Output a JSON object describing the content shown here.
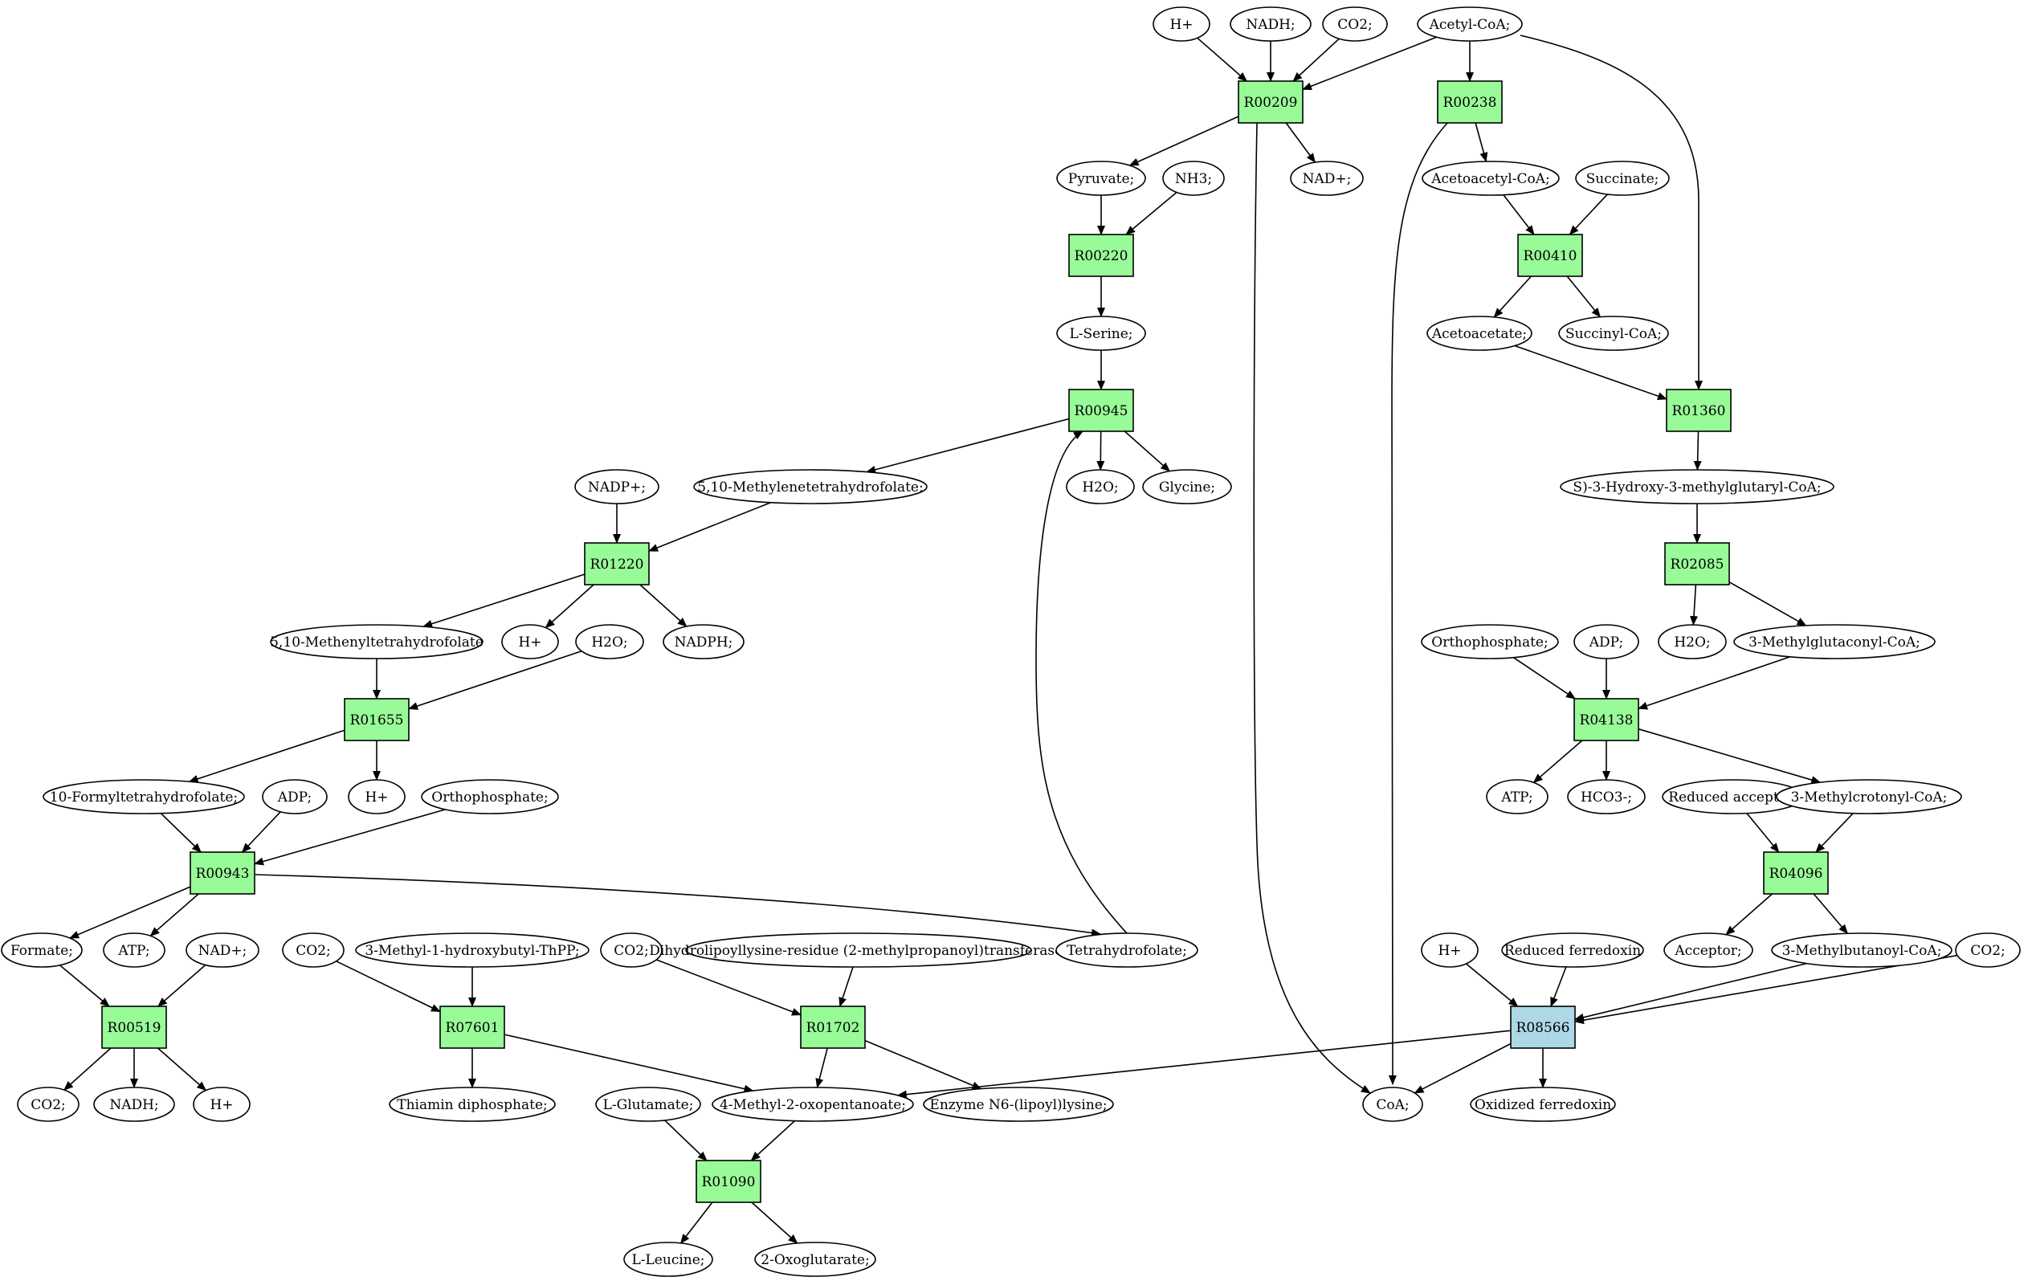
{
  "colors": {
    "reaction": "#98fb98",
    "reaction_highlight": "#add8e6",
    "source": "#00ee00",
    "target": "#ffff00",
    "metabolite": "#ffffff",
    "stroke": "#000000"
  },
  "nodes": {
    "m_hplus_1": {
      "label": "H+",
      "kind": "metabolite"
    },
    "m_nadh_1": {
      "label": "NADH;",
      "kind": "metabolite"
    },
    "m_co2_1": {
      "label": "CO2;",
      "kind": "metabolite"
    },
    "m_acetylcoa": {
      "label": "Acetyl-CoA;",
      "kind": "source"
    },
    "r_R00209": {
      "label": "R00209",
      "kind": "reaction"
    },
    "r_R00238": {
      "label": "R00238",
      "kind": "reaction"
    },
    "m_pyruvate": {
      "label": "Pyruvate;",
      "kind": "source"
    },
    "m_nh3": {
      "label": "NH3;",
      "kind": "metabolite"
    },
    "m_nadplus_1": {
      "label": "NAD+;",
      "kind": "metabolite"
    },
    "m_acetoacetylcoa": {
      "label": "Acetoacetyl-CoA;",
      "kind": "metabolite"
    },
    "m_succinate": {
      "label": "Succinate;",
      "kind": "metabolite"
    },
    "r_R00220": {
      "label": "R00220",
      "kind": "reaction"
    },
    "r_R00410": {
      "label": "R00410",
      "kind": "reaction"
    },
    "m_lserine": {
      "label": "L-Serine;",
      "kind": "metabolite"
    },
    "m_acetoacetate": {
      "label": "Acetoacetate;",
      "kind": "metabolite"
    },
    "m_succinylcoa": {
      "label": "Succinyl-CoA;",
      "kind": "metabolite"
    },
    "r_R00945": {
      "label": "R00945",
      "kind": "reaction"
    },
    "r_R01360": {
      "label": "R01360",
      "kind": "reaction"
    },
    "m_nadpplus": {
      "label": "NADP+;",
      "kind": "metabolite"
    },
    "m_methylenethf": {
      "label": "5,10-Methylenetetrahydrofolate;",
      "kind": "metabolite"
    },
    "m_h2o_1": {
      "label": "H2O;",
      "kind": "metabolite"
    },
    "m_glycine": {
      "label": "Glycine;",
      "kind": "metabolite"
    },
    "m_hmgcoa": {
      "label": "S)-3-Hydroxy-3-methylglutaryl-CoA;",
      "kind": "metabolite"
    },
    "r_R01220": {
      "label": "R01220",
      "kind": "reaction"
    },
    "r_R02085": {
      "label": "R02085",
      "kind": "reaction"
    },
    "m_methenylthf": {
      "label": "5,10-Methenyltetrahydrofolate",
      "kind": "metabolite"
    },
    "m_hplus_2": {
      "label": "H+",
      "kind": "metabolite"
    },
    "m_h2o_2": {
      "label": "H2O;",
      "kind": "metabolite"
    },
    "m_nadph": {
      "label": "NADPH;",
      "kind": "metabolite"
    },
    "m_orthophosphate_1": {
      "label": "Orthophosphate;",
      "kind": "metabolite"
    },
    "m_adp_1": {
      "label": "ADP;",
      "kind": "metabolite"
    },
    "m_h2o_3": {
      "label": "H2O;",
      "kind": "metabolite"
    },
    "m_methylglutaconylcoa": {
      "label": "3-Methylglutaconyl-CoA;",
      "kind": "metabolite"
    },
    "r_R01655": {
      "label": "R01655",
      "kind": "reaction"
    },
    "r_R04138": {
      "label": "R04138",
      "kind": "reaction"
    },
    "m_formylthf": {
      "label": "10-Formyltetrahydrofolate;",
      "kind": "metabolite"
    },
    "m_adp_2": {
      "label": "ADP;",
      "kind": "metabolite"
    },
    "m_orthophosphate_2": {
      "label": "Orthophosphate;",
      "kind": "metabolite"
    },
    "m_hplus_3": {
      "label": "H+",
      "kind": "metabolite"
    },
    "m_atp_1": {
      "label": "ATP;",
      "kind": "metabolite"
    },
    "m_hco3": {
      "label": "HCO3-;",
      "kind": "metabolite"
    },
    "m_reducedacceptor": {
      "label": "Reduced acceptor;",
      "kind": "metabolite"
    },
    "m_methylcrotonylcoa": {
      "label": "3-Methylcrotonyl-CoA;",
      "kind": "metabolite"
    },
    "r_R00943": {
      "label": "R00943",
      "kind": "reaction"
    },
    "r_R04096": {
      "label": "R04096",
      "kind": "reaction"
    },
    "m_formate": {
      "label": "Formate;",
      "kind": "metabolite"
    },
    "m_atp_2": {
      "label": "ATP;",
      "kind": "metabolite"
    },
    "m_nadplus_2": {
      "label": "NAD+;",
      "kind": "metabolite"
    },
    "m_co2_2": {
      "label": "CO2;",
      "kind": "metabolite"
    },
    "m_hydroxybutylthpp": {
      "label": "3-Methyl-1-hydroxybutyl-ThPP;",
      "kind": "metabolite"
    },
    "m_co2_3": {
      "label": "CO2;",
      "kind": "metabolite"
    },
    "m_dihydrolipoyllysine": {
      "label": "Dihydrolipoyllysine-residue (2-methylpropanoyl)transferase]",
      "kind": "metabolite"
    },
    "m_thf": {
      "label": "Tetrahydrofolate;",
      "kind": "metabolite"
    },
    "m_hplus_4": {
      "label": "H+",
      "kind": "metabolite"
    },
    "m_reducedferredoxin": {
      "label": "Reduced ferredoxin",
      "kind": "metabolite"
    },
    "m_acceptor": {
      "label": "Acceptor;",
      "kind": "metabolite"
    },
    "m_methylbutanoylcoa": {
      "label": "3-Methylbutanoyl-CoA;",
      "kind": "metabolite"
    },
    "m_co2_4": {
      "label": "CO2;",
      "kind": "metabolite"
    },
    "r_R00519": {
      "label": "R00519",
      "kind": "reaction"
    },
    "r_R07601": {
      "label": "R07601",
      "kind": "reaction"
    },
    "r_R01702": {
      "label": "R01702",
      "kind": "reaction"
    },
    "r_R08566": {
      "label": "R08566",
      "kind": "reaction_highlight"
    },
    "m_co2_5": {
      "label": "CO2;",
      "kind": "metabolite"
    },
    "m_nadh_2": {
      "label": "NADH;",
      "kind": "metabolite"
    },
    "m_hplus_5": {
      "label": "H+",
      "kind": "metabolite"
    },
    "m_thiamindp": {
      "label": "Thiamin diphosphate;",
      "kind": "metabolite"
    },
    "m_lglutamate": {
      "label": "L-Glutamate;",
      "kind": "metabolite"
    },
    "m_kic": {
      "label": "4-Methyl-2-oxopentanoate;",
      "kind": "metabolite"
    },
    "m_lipoyllysine": {
      "label": "Enzyme N6-(lipoyl)lysine;",
      "kind": "metabolite"
    },
    "m_coa": {
      "label": "CoA;",
      "kind": "metabolite"
    },
    "m_oxidizedferredoxin": {
      "label": "Oxidized ferredoxin",
      "kind": "metabolite"
    },
    "r_R01090": {
      "label": "R01090",
      "kind": "reaction"
    },
    "m_lleucine": {
      "label": "L-Leucine;",
      "kind": "target"
    },
    "m_oxoglutarate": {
      "label": "2-Oxoglutarate;",
      "kind": "metabolite"
    }
  },
  "edges": [
    [
      "m_hplus_1",
      "r_R00209"
    ],
    [
      "m_nadh_1",
      "r_R00209"
    ],
    [
      "m_co2_1",
      "r_R00209"
    ],
    [
      "m_acetylcoa",
      "r_R00209"
    ],
    [
      "m_acetylcoa",
      "r_R00238"
    ],
    [
      "m_acetylcoa",
      "r_R01360"
    ],
    [
      "r_R00209",
      "m_pyruvate"
    ],
    [
      "r_R00209",
      "m_nadplus_1"
    ],
    [
      "r_R00209",
      "m_coa"
    ],
    [
      "r_R00238",
      "m_acetoacetylcoa"
    ],
    [
      "r_R00238",
      "m_coa"
    ],
    [
      "m_pyruvate",
      "r_R00220"
    ],
    [
      "m_nh3",
      "r_R00220"
    ],
    [
      "r_R00220",
      "m_lserine"
    ],
    [
      "m_acetoacetylcoa",
      "r_R00410"
    ],
    [
      "m_succinate",
      "r_R00410"
    ],
    [
      "r_R00410",
      "m_acetoacetate"
    ],
    [
      "r_R00410",
      "m_succinylcoa"
    ],
    [
      "m_lserine",
      "r_R00945"
    ],
    [
      "m_thf",
      "r_R00945"
    ],
    [
      "r_R00945",
      "m_methylenethf"
    ],
    [
      "r_R00945",
      "m_h2o_1"
    ],
    [
      "r_R00945",
      "m_glycine"
    ],
    [
      "m_acetoacetate",
      "r_R01360"
    ],
    [
      "r_R01360",
      "m_hmgcoa"
    ],
    [
      "m_nadpplus",
      "r_R01220"
    ],
    [
      "m_methylenethf",
      "r_R01220"
    ],
    [
      "r_R01220",
      "m_methenylthf"
    ],
    [
      "r_R01220",
      "m_hplus_2"
    ],
    [
      "r_R01220",
      "m_nadph"
    ],
    [
      "m_hmgcoa",
      "r_R02085"
    ],
    [
      "r_R02085",
      "m_h2o_3"
    ],
    [
      "r_R02085",
      "m_methylglutaconylcoa"
    ],
    [
      "m_methenylthf",
      "r_R01655"
    ],
    [
      "m_h2o_2",
      "r_R01655"
    ],
    [
      "r_R01655",
      "m_formylthf"
    ],
    [
      "r_R01655",
      "m_hplus_3"
    ],
    [
      "m_orthophosphate_1",
      "r_R04138"
    ],
    [
      "m_adp_1",
      "r_R04138"
    ],
    [
      "m_methylglutaconylcoa",
      "r_R04138"
    ],
    [
      "r_R04138",
      "m_atp_1"
    ],
    [
      "r_R04138",
      "m_hco3"
    ],
    [
      "r_R04138",
      "m_methylcrotonylcoa"
    ],
    [
      "m_formylthf",
      "r_R00943"
    ],
    [
      "m_adp_2",
      "r_R00943"
    ],
    [
      "m_orthophosphate_2",
      "r_R00943"
    ],
    [
      "r_R00943",
      "m_formate"
    ],
    [
      "r_R00943",
      "m_atp_2"
    ],
    [
      "r_R00943",
      "m_thf"
    ],
    [
      "m_reducedacceptor",
      "r_R04096"
    ],
    [
      "m_methylcrotonylcoa",
      "r_R04096"
    ],
    [
      "r_R04096",
      "m_acceptor"
    ],
    [
      "r_R04096",
      "m_methylbutanoylcoa"
    ],
    [
      "m_formate",
      "r_R00519"
    ],
    [
      "m_nadplus_2",
      "r_R00519"
    ],
    [
      "r_R00519",
      "m_co2_5"
    ],
    [
      "r_R00519",
      "m_nadh_2"
    ],
    [
      "r_R00519",
      "m_hplus_5"
    ],
    [
      "m_co2_2",
      "r_R07601"
    ],
    [
      "m_hydroxybutylthpp",
      "r_R07601"
    ],
    [
      "r_R07601",
      "m_thiamindp"
    ],
    [
      "r_R07601",
      "m_kic"
    ],
    [
      "m_co2_3",
      "r_R01702"
    ],
    [
      "m_dihydrolipoyllysine",
      "r_R01702"
    ],
    [
      "r_R01702",
      "m_kic"
    ],
    [
      "r_R01702",
      "m_lipoyllysine"
    ],
    [
      "m_hplus_4",
      "r_R08566"
    ],
    [
      "m_reducedferredoxin",
      "r_R08566"
    ],
    [
      "m_methylbutanoylcoa",
      "r_R08566"
    ],
    [
      "m_co2_4",
      "r_R08566"
    ],
    [
      "r_R08566",
      "m_kic"
    ],
    [
      "r_R08566",
      "m_coa"
    ],
    [
      "r_R08566",
      "m_oxidizedferredoxin"
    ],
    [
      "m_lglutamate",
      "r_R01090"
    ],
    [
      "m_kic",
      "r_R01090"
    ],
    [
      "r_R01090",
      "m_lleucine"
    ],
    [
      "r_R01090",
      "m_oxoglutarate"
    ]
  ]
}
